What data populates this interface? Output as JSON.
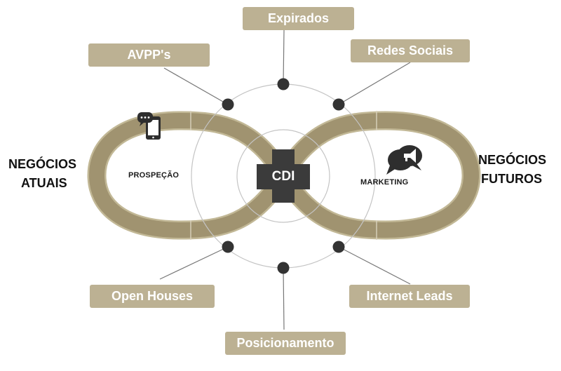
{
  "colors": {
    "tag_bg": "#bcb193",
    "loop_fill": "#a09370",
    "loop_edge": "#c2b896",
    "node": "#333333",
    "cdi_cross": "#3b3b3b",
    "ring": "#c4c4c4"
  },
  "tags": {
    "expirados": "Expirados",
    "avpps": "AVPP's",
    "redes_sociais": "Redes Sociais",
    "open_houses": "Open Houses",
    "internet_leads": "Internet Leads",
    "posicionamento": "Posicionamento"
  },
  "sides": {
    "left_line1": "NEGÓCIOS",
    "left_line2": "ATUAIS",
    "right_line1": "NEGÓCIOS",
    "right_line2": "FUTUROS"
  },
  "inner": {
    "left": "PROSPEÇÃO",
    "right": "MARKETING"
  },
  "center": "CDI",
  "icons": {
    "left": "phone-chat-icon",
    "right": "megaphone-speech-icon"
  }
}
